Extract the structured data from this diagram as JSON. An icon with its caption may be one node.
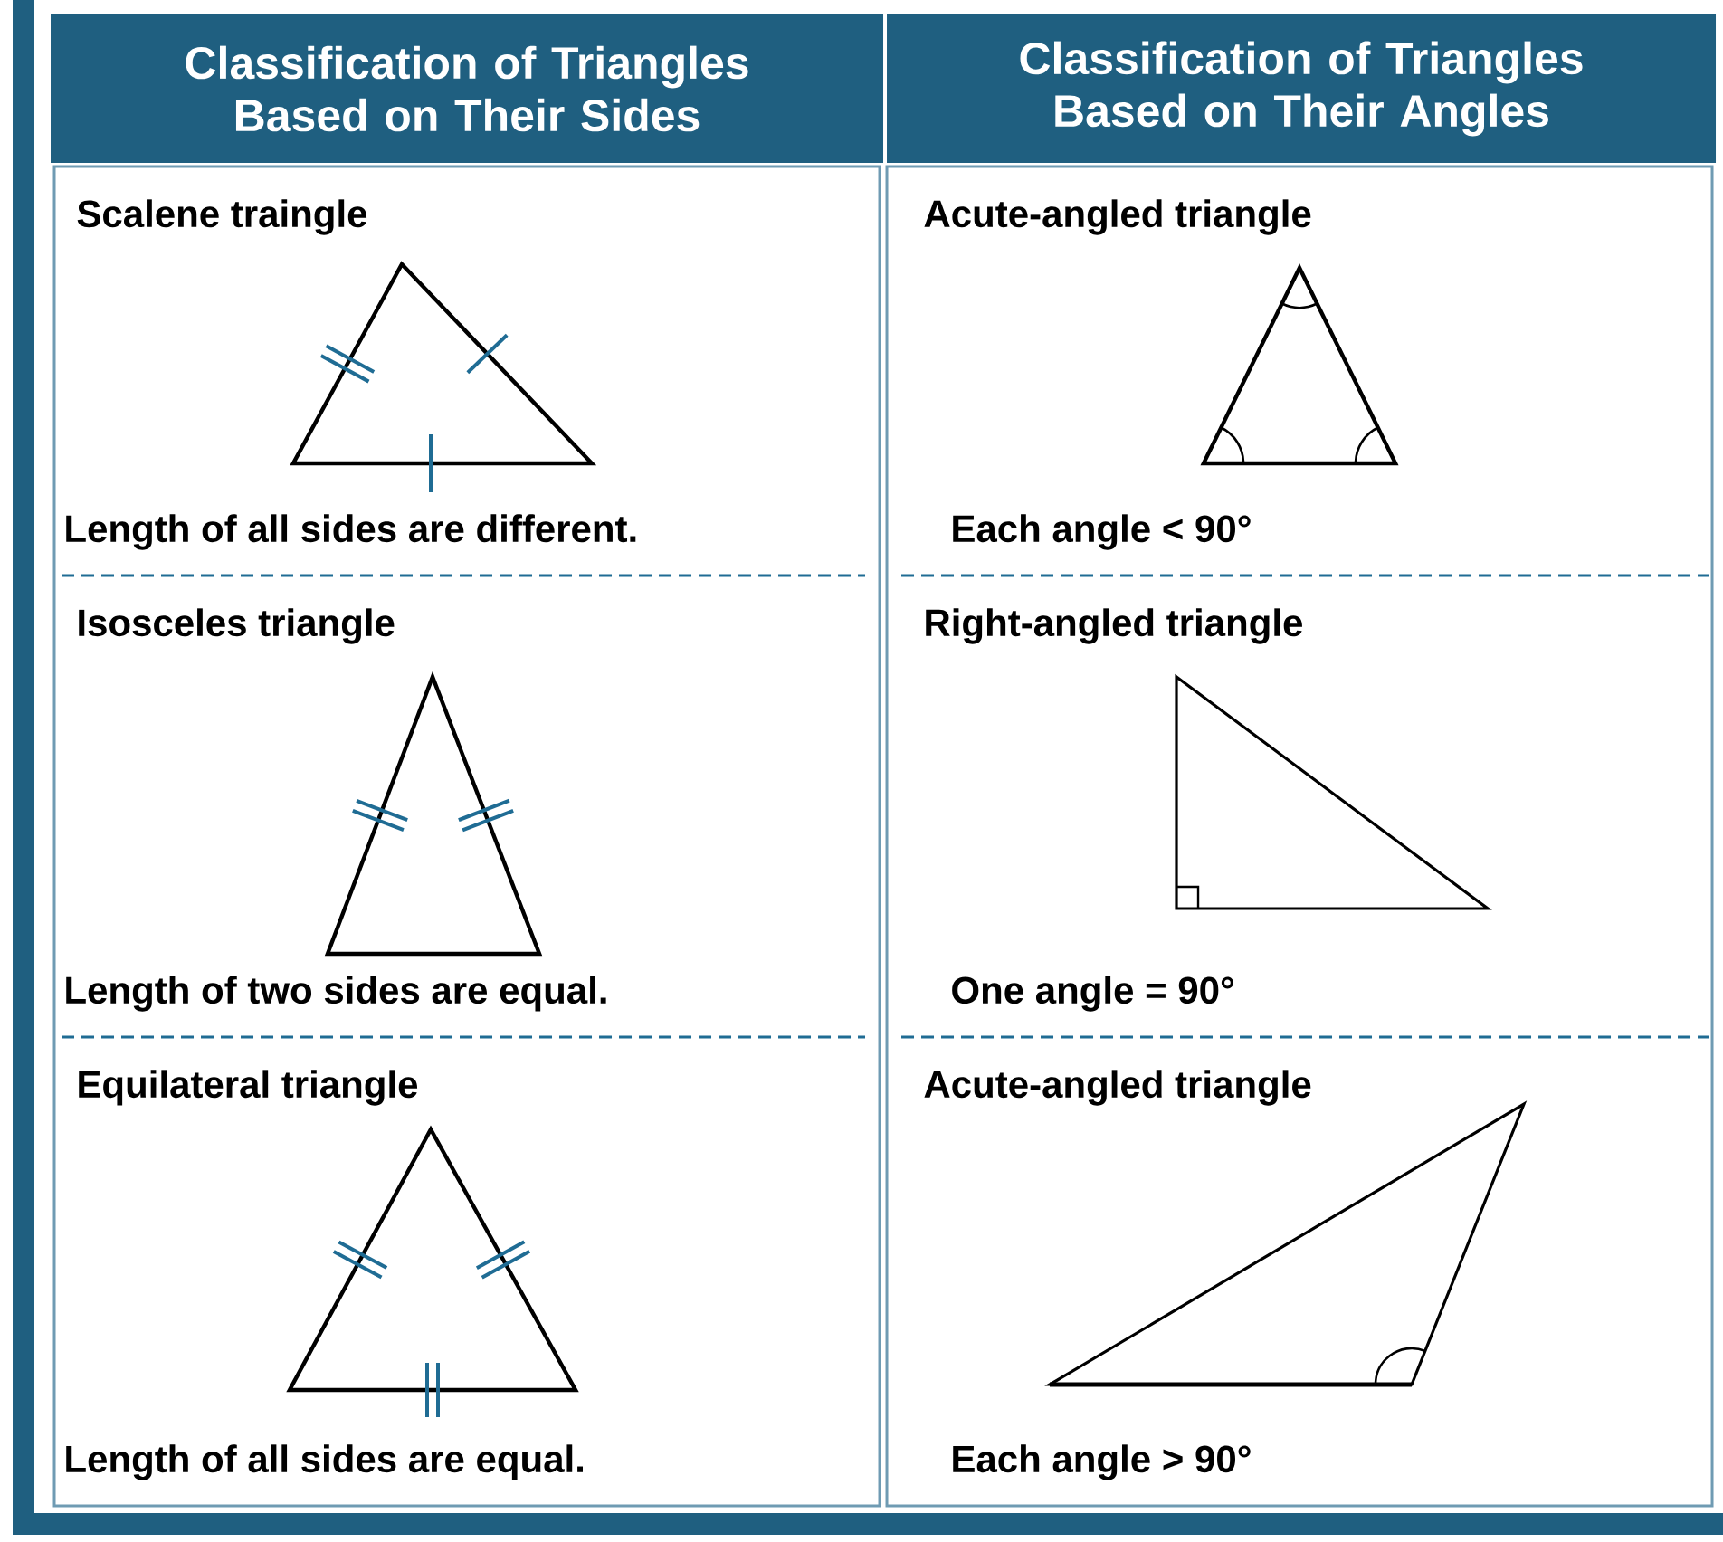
{
  "diagram": {
    "nodes": [
      {
        "text": [
          "Classification of Triangles Based on Their Sides"
        ]
      },
      {
        "text": [
          "Classification of Triangles Based on Their Angles"
        ]
      },
      {
        "text": [
          "Scalene traingle",
          "Length of all sides are different."
        ]
      },
      {
        "text": [
          "Acute-angled triangle",
          "Each angle < 90°"
        ]
      },
      {
        "text": [
          "Isosceles triangle",
          "Length of two sides are equal."
        ]
      },
      {
        "text": [
          "Right-angled triangle",
          "One angle = 90°"
        ]
      },
      {
        "text": [
          "Equilateral triangle",
          "Length of all sides are equal."
        ]
      },
      {
        "text": [
          "Acute-angled triangle",
          "Each angle > 90°"
        ]
      }
    ]
  }
}
